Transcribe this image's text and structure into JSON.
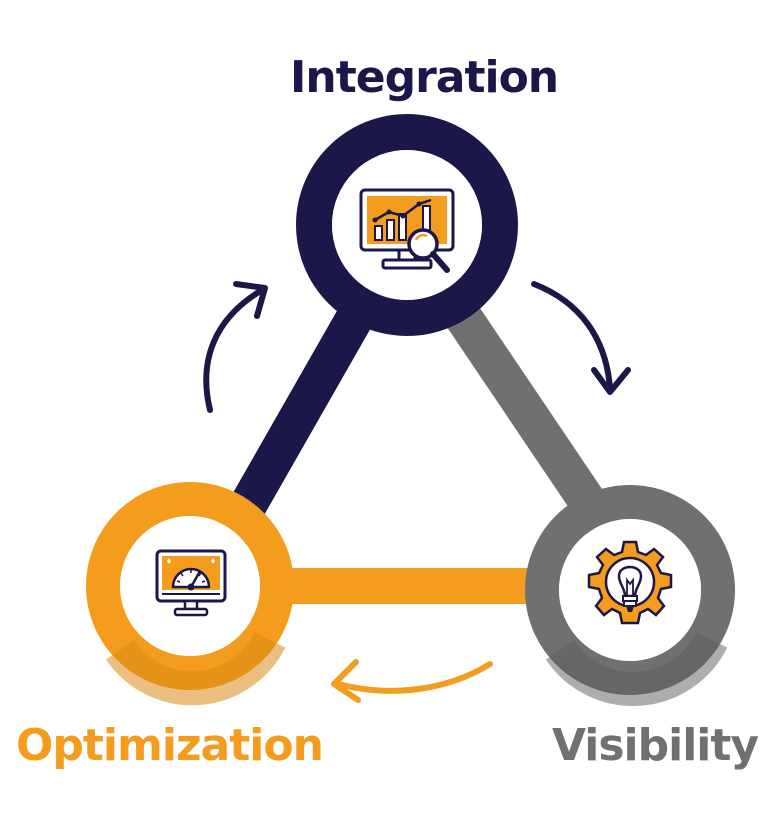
{
  "nodes": {
    "integration": {
      "label": "Integration",
      "color": "#1b1748",
      "icon": "monitor-analytics-magnifier-icon"
    },
    "optimization": {
      "label": "Optimization",
      "color": "#f39c1e",
      "icon": "monitor-speedometer-icon"
    },
    "visibility": {
      "label": "Visibility",
      "color": "#717070",
      "icon": "lightbulb-gear-icon"
    }
  },
  "icon_accent": "#f39c1e",
  "icon_outline": "#1b1748",
  "cycle_direction": "clockwise"
}
